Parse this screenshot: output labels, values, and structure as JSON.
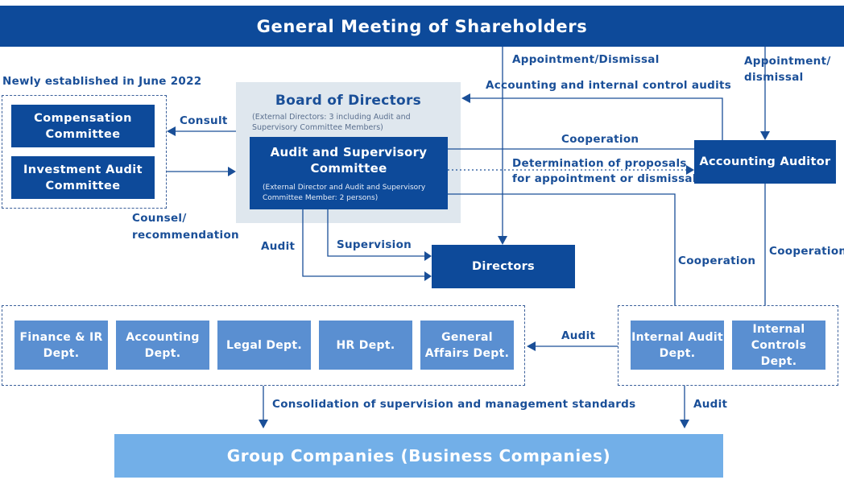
{
  "gms": "General Meeting of Shareholders",
  "newly_established": "Newly established in June 2022",
  "compensation_committee": "Compensation Committee",
  "investment_audit_committee": "Investment Audit Committee",
  "board": {
    "title": "Board of Directors",
    "note": "(External Directors: 3 including Audit and Supervisory Committee Members)"
  },
  "asc": {
    "title": "Audit and Supervisory Committee",
    "note": "(External Director and Audit and Supervisory Committee Member: 2 persons)"
  },
  "accounting_auditor": "Accounting Auditor",
  "directors": "Directors",
  "departments": [
    "Finance & IR Dept.",
    "Accounting Dept.",
    "Legal Dept.",
    "HR Dept.",
    "General Affairs Dept."
  ],
  "internal_audit_dept": "Internal Audit Dept.",
  "internal_controls_dept": "Internal Controls Dept.",
  "group_companies": "Group Companies (Business Companies)",
  "labels": {
    "appointment_dismissal": "Appointment/Dismissal",
    "appointment_dismissal_lower_1": "Appointment/",
    "appointment_dismissal_lower_2": "dismissal",
    "accounting_internal_audits": "Accounting and internal control audits",
    "consult": "Consult",
    "counsel_1": "Counsel/",
    "counsel_2": "recommendation",
    "cooperation_top": "Cooperation",
    "determination_1": "Determination of proposals",
    "determination_2": "for appointment or dismissal",
    "audit_left": "Audit",
    "supervision": "Supervision",
    "cooperation_mid": "Cooperation",
    "cooperation_right": "Cooperation",
    "audit_depts": "Audit",
    "consolidation": "Consolidation of supervision and management standards",
    "audit_bottom": "Audit"
  },
  "colors": {
    "navy": "#0d4a9a",
    "department_blue": "#5a8fd1",
    "group_blue": "#72afe8",
    "board_bg": "#dfe7ee",
    "label": "#1a4f98"
  }
}
